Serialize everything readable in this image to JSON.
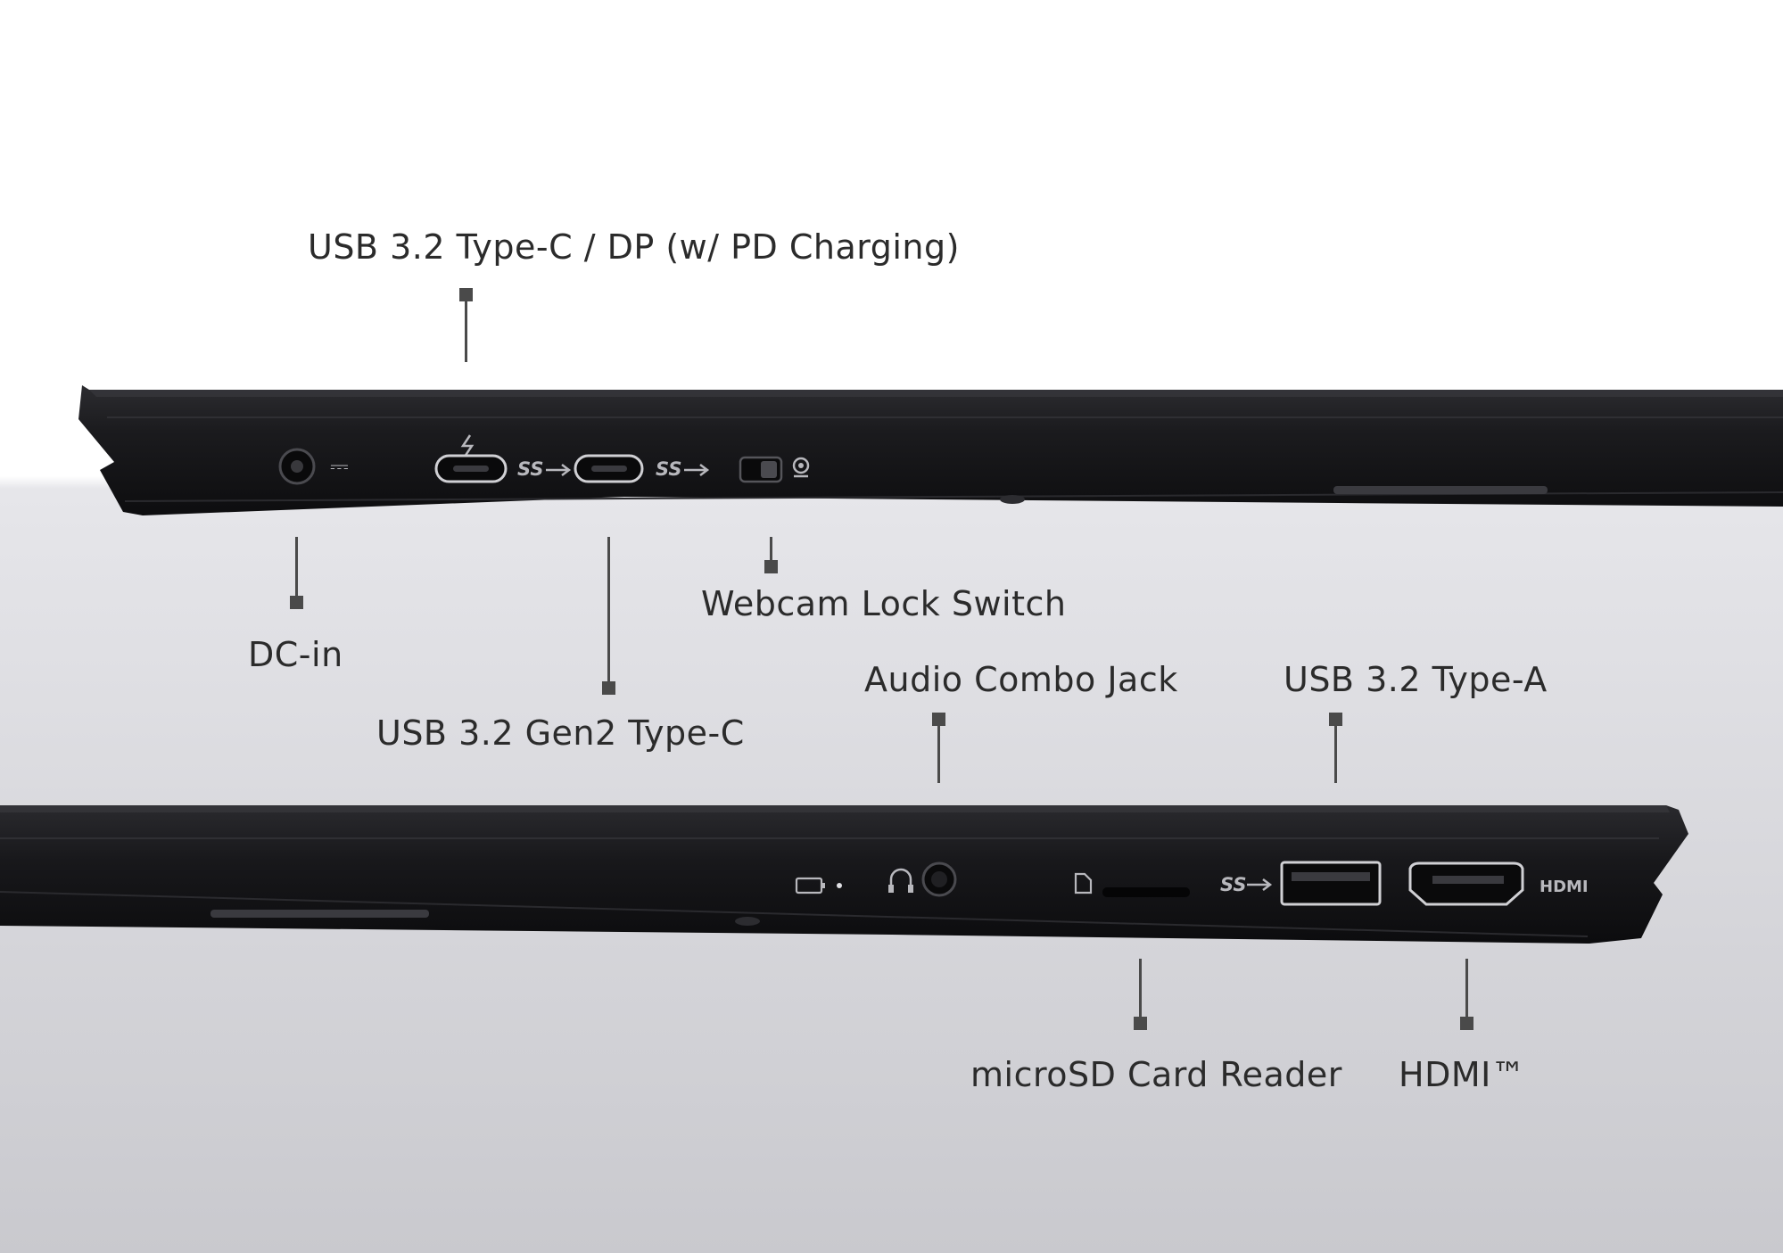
{
  "title": "",
  "colors": {
    "background_top": "#ffffff",
    "background_bottom": "#cfcfd4",
    "chassis": "#161618",
    "leader": "#4a4a4a",
    "label_text": "#2b2b2b"
  },
  "left_side": {
    "labels": {
      "usb_c_dp": "USB 3.2 Type-C / DP (w/ PD Charging)",
      "dc_in": "DC-in",
      "usb_gen2": "USB 3.2 Gen2 Type-C",
      "webcam_switch": "Webcam Lock Switch"
    },
    "port_glyphs": {
      "dc_symbol": "⎓",
      "ss_logo": "SS"
    }
  },
  "right_side": {
    "labels": {
      "audio": "Audio Combo Jack",
      "usb_a": "USB 3.2 Type-A",
      "microsd": "microSD Card Reader",
      "hdmi": "HDMI™"
    },
    "port_glyphs": {
      "ss_logo": "SS",
      "hdmi_logo": "HDMI"
    }
  }
}
